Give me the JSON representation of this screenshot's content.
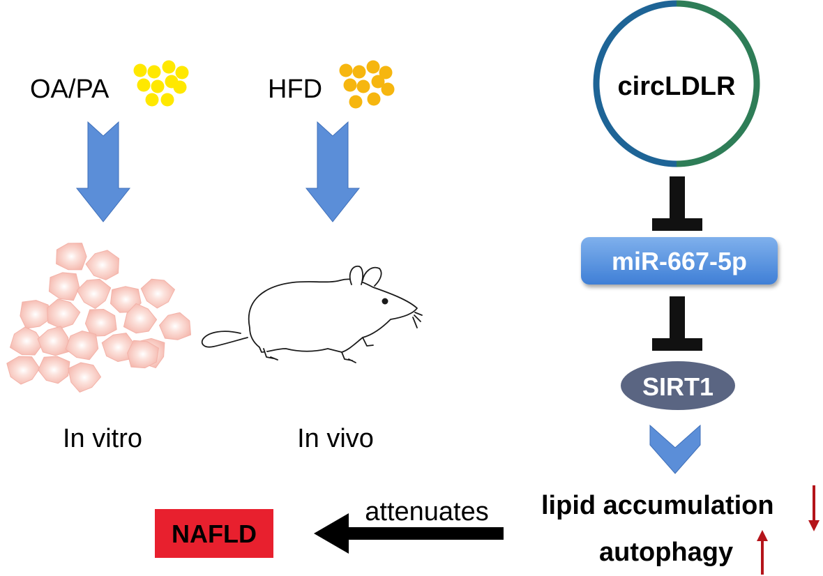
{
  "labels": {
    "oapa": "OA/PA",
    "hfd": "HFD",
    "in_vitro": "In vitro",
    "in_vivo": "In vivo",
    "circ": "circLDLR",
    "mir": "miR-667-5p",
    "sirt": "SIRT1",
    "lipid": "lipid accumulation",
    "autophagy": "autophagy",
    "attenuates": "attenuates",
    "nafld": "NAFLD"
  },
  "colors": {
    "oapa_dots": "#FFE800",
    "hfd_dots": "#F6B60F",
    "blue_arrow": "#5B8ED8",
    "cell": "#F8C6BE",
    "circle_left": "#1E6496",
    "circle_right": "#2E7D57",
    "mir_box": "#4A8ADE",
    "sirt_ellipse": "#5A6582",
    "red_arrow": "#B4141A",
    "nafld_box": "#E8202E"
  }
}
